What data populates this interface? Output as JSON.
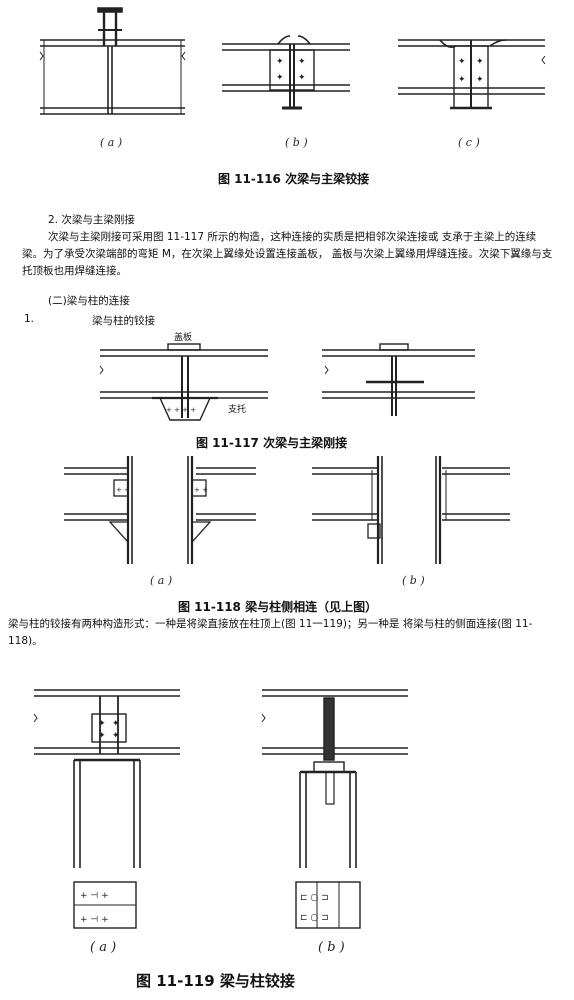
{
  "fig116": {
    "caption": "图 11-116   次梁与主梁铰接",
    "subs": [
      "( a )",
      "( b )",
      "( c )"
    ]
  },
  "section2": {
    "heading": "2.  次梁与主梁刚接",
    "paragraph": "次梁与主梁刚接可采用图 11-117 所示的构造，这种连接的实质是把相邻次梁连接或    支承于主梁上的连续梁。为了承受次梁端部的弯矩 M，在次梁上翼缘处设置连接盖板，  盖板与次梁上翼缘用焊缝连接。次梁下翼缘与支托顶板也用焊缝连接。"
  },
  "section_beam_column": {
    "heading": "(二)梁与柱的连接",
    "item_num": "1.",
    "item_text": "梁与柱的铰接"
  },
  "fig117": {
    "label_cover": "盖板",
    "label_bracket": "支托",
    "caption": "图 11-117    次梁与主梁刚接"
  },
  "fig118": {
    "subs": [
      "( a )",
      "( b )"
    ],
    "caption": "图 11-118   梁与柱侧相连（见上图）"
  },
  "para118": "梁与柱的铰接有两种构造形式：一种是将梁直接放在柱顶上(图 11一119)；另一种是  将梁与柱的侧面连接(图 11-118)。",
  "fig119": {
    "subs": [
      "( a )",
      "( b )"
    ],
    "caption": "图 11-119   梁与柱铰接"
  }
}
